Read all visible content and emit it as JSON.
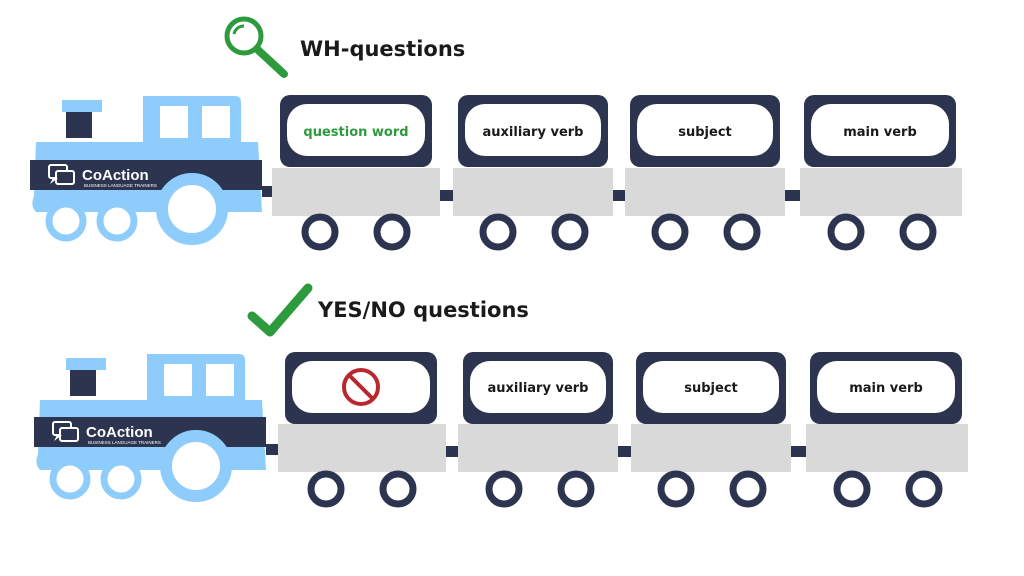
{
  "colors": {
    "engine_blue": "#8ecdfb",
    "navy": "#2d3450",
    "car_grey": "#d9d9d9",
    "accent_green": "#2e9a3e",
    "forbidden_red": "#b8282e",
    "label_dark": "#1a1a1a"
  },
  "trains": [
    {
      "heading": "WH-questions",
      "heading_icon": "magnifier-icon",
      "brand": {
        "name": "CoAction",
        "tagline": "BUSINESS LANGUAGE TRAINERS",
        "logo_icon": "chat-bubbles-icon"
      },
      "cars": [
        {
          "label": "question word",
          "highlight": true
        },
        {
          "label": "auxiliary verb",
          "highlight": false
        },
        {
          "label": "subject",
          "highlight": false
        },
        {
          "label": "main verb",
          "highlight": false
        }
      ]
    },
    {
      "heading": "YES/NO questions",
      "heading_icon": "checkmark-icon",
      "brand": {
        "name": "CoAction",
        "tagline": "BUSINESS LANGUAGE TRAINERS",
        "logo_icon": "chat-bubbles-icon"
      },
      "cars": [
        {
          "label": "",
          "icon": "no-entry-icon"
        },
        {
          "label": "auxiliary verb",
          "highlight": false
        },
        {
          "label": "subject",
          "highlight": false
        },
        {
          "label": "main verb",
          "highlight": false
        }
      ]
    }
  ]
}
